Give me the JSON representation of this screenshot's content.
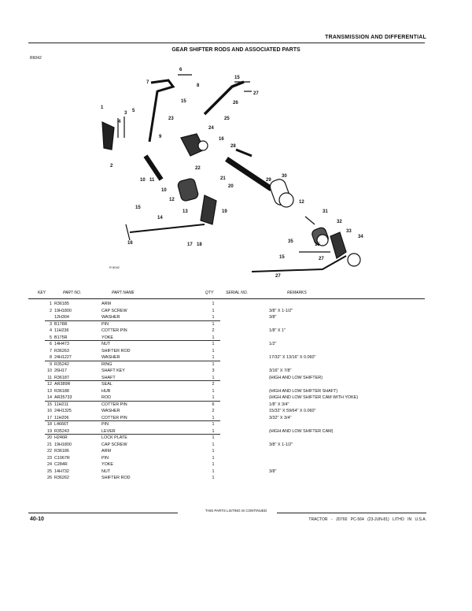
{
  "header": {
    "section": "TRANSMISSION AND DIFFERENTIAL",
    "title": "GEAR SHIFTER RODS AND ASSOCIATED PARTS",
    "figure_code": "R6042",
    "figure_tag": "R 6042"
  },
  "table": {
    "columns": {
      "key": "KEY",
      "part": "PART NO.",
      "name": "PART NAME",
      "qty": "QTY",
      "serial": "SERIAL NO.",
      "remarks": "REMARKS"
    },
    "rows": [
      {
        "key": "1",
        "part": "R36185",
        "name": "ARM",
        "qty": "1",
        "remarks": ""
      },
      {
        "key": "2",
        "part": "19H1800",
        "name": "CAP SCREW",
        "qty": "1",
        "remarks": "3/8\" X 1-1/2\""
      },
      {
        "key": "",
        "part": "12H304",
        "name": "WASHER",
        "qty": "1",
        "remarks": "3/8\""
      },
      {
        "key": "3",
        "part": "B178R",
        "name": "PIN",
        "qty": "1",
        "remarks": ""
      },
      {
        "key": "4",
        "part": "11H236",
        "name": "COTTER PIN",
        "qty": "2",
        "remarks": "1/8\" X 1\""
      },
      {
        "key": "5",
        "part": "B175R",
        "name": "YOKE",
        "qty": "1",
        "remarks": ""
      },
      {
        "key": "6",
        "part": "14H473",
        "name": "NUT",
        "qty": "1",
        "remarks": "1/2\""
      },
      {
        "key": "7",
        "part": "R36263",
        "name": "SHIFTER ROD",
        "qty": "1",
        "remarks": ""
      },
      {
        "key": "8",
        "part": "24H1227",
        "name": "WASHER",
        "qty": "1",
        "remarks": "17/32\" X 13/16\" X 0.060\""
      },
      {
        "key": "9",
        "part": "R35242",
        "name": "RING",
        "qty": "1",
        "remarks": ""
      },
      {
        "key": "10",
        "part": "26H17",
        "name": "SHAFT KEY",
        "qty": "3",
        "remarks": "3/16\" X 7/8\""
      },
      {
        "key": "11",
        "part": "R36187",
        "name": "SHAFT",
        "qty": "1",
        "remarks": "(HIGH AND LOW SHIFTER)"
      },
      {
        "key": "12",
        "part": "AR389R",
        "name": "SEAL",
        "qty": "2",
        "remarks": ""
      },
      {
        "key": "13",
        "part": "R36188",
        "name": "HUB",
        "qty": "1",
        "remarks": "(HIGH AND LOW SHIFTER SHAFT)"
      },
      {
        "key": "14",
        "part": "AR35733",
        "name": "ROD",
        "qty": "1",
        "remarks": "(HIGH AND LOW SHIFTER CAM WITH YOKE)"
      },
      {
        "key": "15",
        "part": "11H211",
        "name": "COTTER PIN",
        "qty": "6",
        "remarks": "1/8\" X 3/4\""
      },
      {
        "key": "16",
        "part": "24H1325",
        "name": "WASHER",
        "qty": "2",
        "remarks": "15/32\" X 59/64\" X 0.060\""
      },
      {
        "key": "17",
        "part": "11H206",
        "name": "COTTER PIN",
        "qty": "1",
        "remarks": "3/32\" X 3/4\""
      },
      {
        "key": "18",
        "part": "L4666T",
        "name": "PIN",
        "qty": "1",
        "remarks": ""
      },
      {
        "key": "19",
        "part": "R35243",
        "name": "LEVER",
        "qty": "1",
        "remarks": "(HIGH AND LOW SHIFTER CAM)"
      },
      {
        "key": "20",
        "part": "H246R",
        "name": "LOCK PLATE",
        "qty": "1",
        "remarks": ""
      },
      {
        "key": "21",
        "part": "19H1800",
        "name": "CAP SCREW",
        "qty": "1",
        "remarks": "3/8\" X 1-1/2\""
      },
      {
        "key": "22",
        "part": "R36186",
        "name": "ARM",
        "qty": "1",
        "remarks": ""
      },
      {
        "key": "23",
        "part": "C1067R",
        "name": "PIN",
        "qty": "1",
        "remarks": ""
      },
      {
        "key": "24",
        "part": "C284R",
        "name": "YOKE",
        "qty": "1",
        "remarks": ""
      },
      {
        "key": "25",
        "part": "14H732",
        "name": "NUT",
        "qty": "1",
        "remarks": "3/8\""
      },
      {
        "key": "26",
        "part": "R36262",
        "name": "SHIFTER ROD",
        "qty": "1",
        "remarks": ""
      }
    ]
  },
  "diagram_callouts": [
    "1",
    "2",
    "3",
    "4",
    "5",
    "6",
    "7",
    "8",
    "9",
    "10",
    "11",
    "12",
    "13",
    "14",
    "15",
    "16",
    "17",
    "18",
    "19",
    "20",
    "21",
    "22",
    "23",
    "24",
    "25",
    "26",
    "27",
    "28",
    "29",
    "30",
    "31",
    "32",
    "33",
    "34",
    "35"
  ],
  "footer": {
    "continued": "THIS PARTS LISTING IS CONTINUED",
    "page": "40-10",
    "tractor": "TRACTOR - JD760",
    "catalog": "PC-564",
    "date": "(23-JUN-81)",
    "litho": "LITHO IN U.S.A."
  }
}
